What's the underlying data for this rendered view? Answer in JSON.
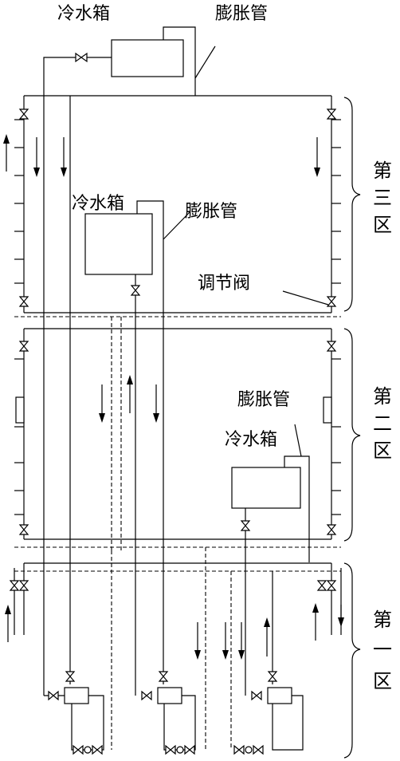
{
  "labels": {
    "tank": "冷水箱",
    "expansion_pipe": "膨胀管",
    "regulating_valve": "调节阀"
  },
  "zones": [
    {
      "id": "zone3",
      "label": "第\n三\n区"
    },
    {
      "id": "zone2",
      "label": "第\n二\n区"
    },
    {
      "id": "zone1",
      "label": "第\n一\n区"
    }
  ],
  "icons": {
    "valve": "bowtie-valve-icon",
    "arrow": "flow-arrow-icon",
    "pump": "pump-icon",
    "bracket": "zone-brace-icon"
  },
  "colors": {
    "line": "#000000",
    "background": "#ffffff"
  }
}
